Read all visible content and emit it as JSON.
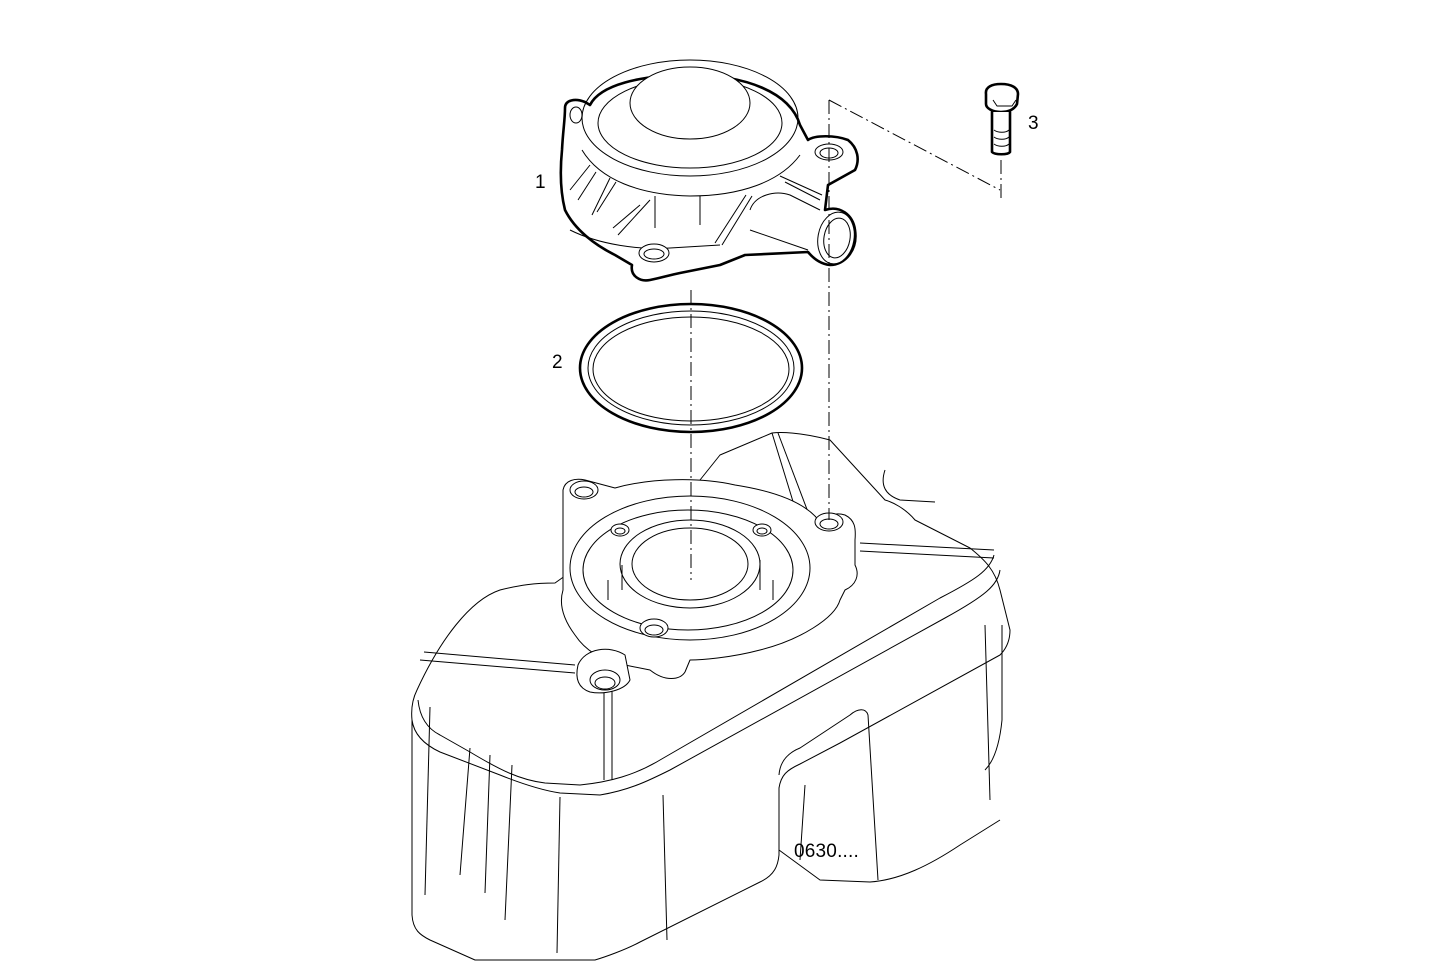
{
  "diagram": {
    "type": "exploded-parts-view",
    "background": "#ffffff",
    "line_color": "#000000",
    "callouts": [
      {
        "number": "1",
        "part": "cover-with-outlet-pipe"
      },
      {
        "number": "2",
        "part": "gasket-ring"
      },
      {
        "number": "3",
        "part": "hex-bolt"
      }
    ],
    "drawing_code": "0630...."
  }
}
